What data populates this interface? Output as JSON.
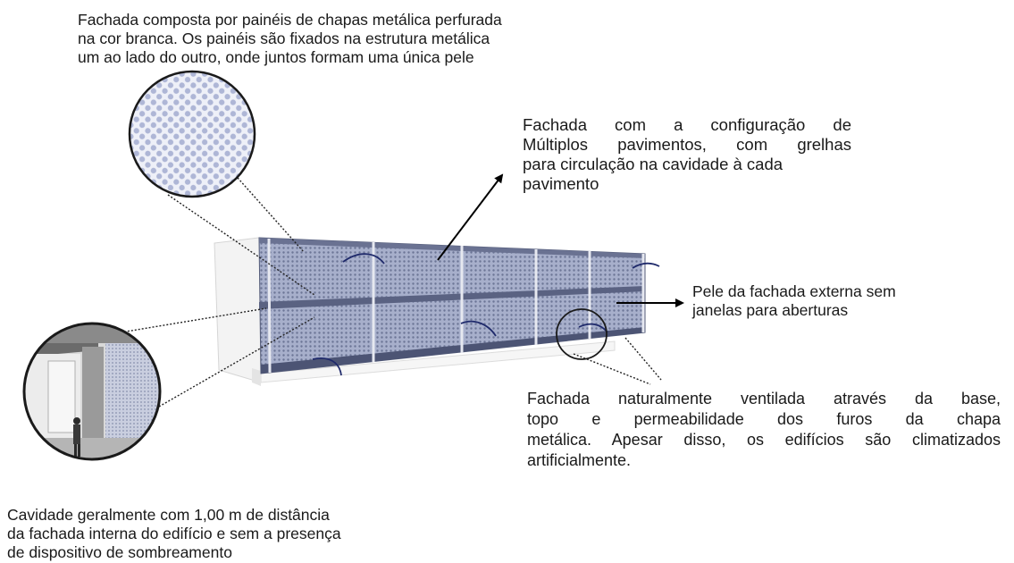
{
  "annotations": {
    "panel_note": {
      "lines": [
        "Fachada composta por painéis de chapas metálica perfurada",
        "na cor branca. Os painéis são fixados na estrutura metálica",
        "um ao lado do outro, onde juntos formam uma única pele"
      ]
    },
    "multifloor_note": {
      "lines": [
        "Fachada com a configuração de",
        "Múltiplos pavimentos, com grelhas",
        "para circulação na cavidade à cada",
        "pavimento"
      ]
    },
    "skin_note": {
      "lines": [
        "Pele da fachada externa sem",
        "janelas para aberturas"
      ]
    },
    "ventilation_note": {
      "lines": [
        "Fachada naturalmente ventilada através da base,",
        "topo e permeabilidade dos furos da chapa",
        "metálica. Apesar disso, os edifícios são climatizados",
        "artificialmente."
      ]
    },
    "cavity_note": {
      "lines": [
        "Cavidade geralmente com 1,00 m de distância",
        "da fachada interna do edifício e  sem a presença",
        "de dispositivo   de sombreamento"
      ]
    }
  },
  "colors": {
    "facade_mesh": "#8f97b8",
    "facade_dark": "#5d6584",
    "building_white": "#f4f4f4",
    "arrow": "#000000",
    "airflow": "#1f2a6b"
  }
}
